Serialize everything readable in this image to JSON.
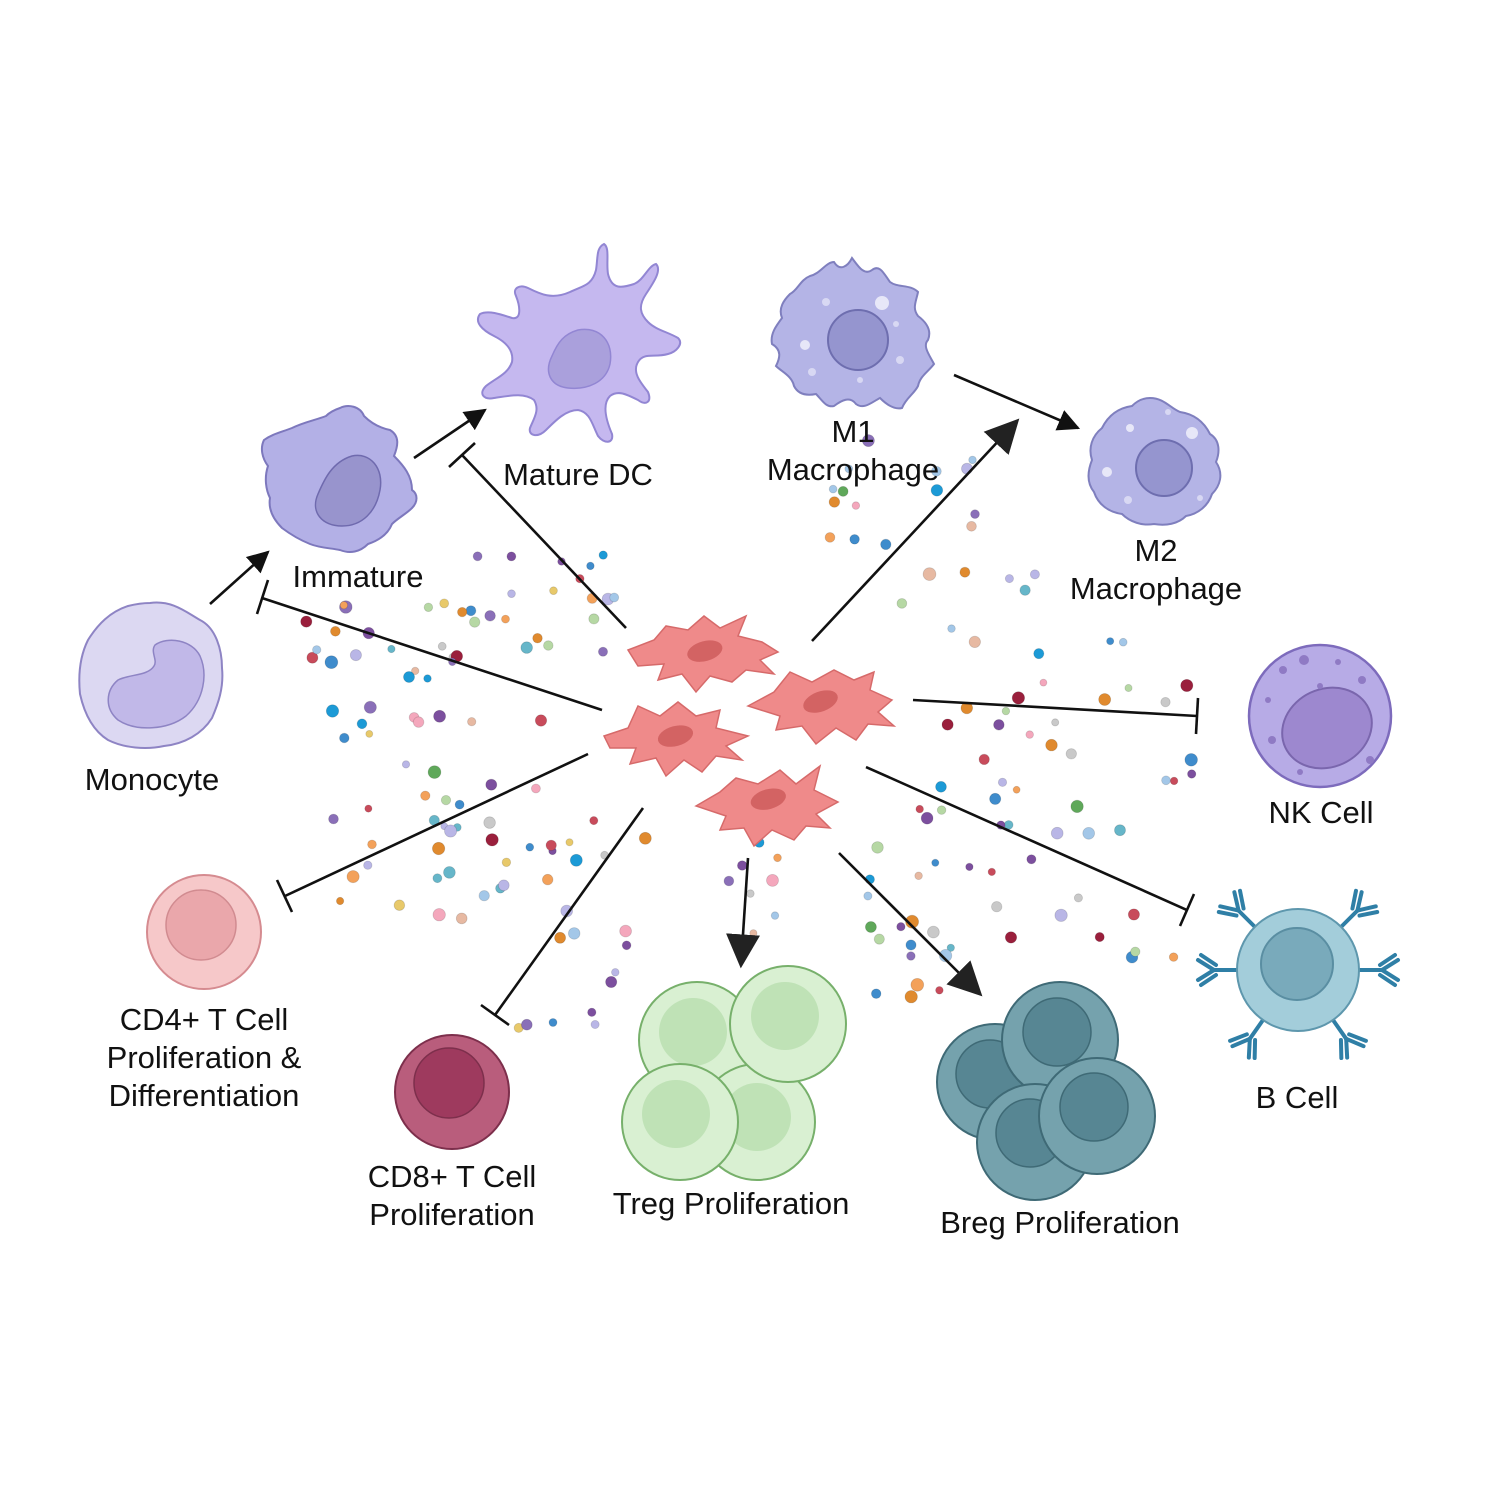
{
  "labels": {
    "monocyte": "Monocyte",
    "immature": "Immature",
    "mature_dc": "Mature DC",
    "m1_line1": "M1",
    "m1_line2": "Macrophage",
    "m2_line1": "M2",
    "m2_line2": "Macrophage",
    "nk_cell": "NK Cell",
    "b_cell": "B Cell",
    "cd4_line1": "CD4+ T Cell",
    "cd4_line2": "Proliferation &",
    "cd4_line3": "Differentiation",
    "cd8_line1": "CD8+ T Cell",
    "cd8_line2": "Proliferation",
    "treg": "Treg Proliferation",
    "breg": "Breg Proliferation"
  },
  "colors": {
    "msc": "#ef8a8a",
    "msc_nucleus": "#d36363",
    "dc": "#c5b8ef",
    "dc_immature": "#b3b0e6",
    "macrophage": "#b4b4e6",
    "macrophage_nucleus": "#9b97d0",
    "monocyte": "#dcd8f2",
    "nk": "#b7abe6",
    "nk_nucleus": "#9d88cf",
    "b_cell": "#a3cdda",
    "b_cell_nucleus": "#79aabb",
    "antibody": "#2f7fa6",
    "cd4": "#f6c5c7",
    "cd8": "#b95d7c",
    "treg": "#d9f0d2",
    "breg": "#75a2ad",
    "arrow": "#111111"
  },
  "relations": [
    {
      "from": "Monocyte",
      "to": "Immature",
      "type": "arrow"
    },
    {
      "from": "Immature",
      "to": "Mature DC",
      "type": "arrow"
    },
    {
      "from": "MSC",
      "to": "Immature",
      "type": "inhibit"
    },
    {
      "from": "MSC",
      "to": "Mature DC",
      "type": "inhibit"
    },
    {
      "from": "M1 Macrophage",
      "to": "M2 Macrophage",
      "type": "arrow"
    },
    {
      "from": "MSC",
      "to": "M1 Macrophage",
      "type": "arrow"
    },
    {
      "from": "MSC",
      "to": "NK Cell",
      "type": "inhibit"
    },
    {
      "from": "MSC",
      "to": "B Cell",
      "type": "inhibit"
    },
    {
      "from": "MSC",
      "to": "CD4+ T Cell",
      "type": "inhibit"
    },
    {
      "from": "MSC",
      "to": "CD8+ T Cell",
      "type": "inhibit"
    },
    {
      "from": "MSC",
      "to": "Treg",
      "type": "arrow"
    },
    {
      "from": "MSC",
      "to": "Breg",
      "type": "arrow"
    }
  ]
}
